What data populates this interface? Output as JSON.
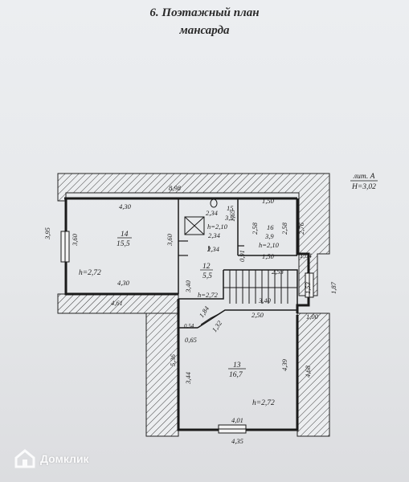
{
  "title_line1": "6. Поэтажный план",
  "title_line2": "мансарда",
  "lit_label": "лит. А",
  "height_label": "H=3,02",
  "watermark": "Домклик",
  "dims": {
    "top_total": "8,98",
    "r14_top": "4,30",
    "r14_bottom": "4,30",
    "r14_left_outer": "3,95",
    "r14_left_inner": "3,60",
    "r14_right": "3,60",
    "r15_w_top": "2,34",
    "r15_w_bottom": "2,34",
    "r15_h": "1,65",
    "r16_top": "1,50",
    "r16_bottom": "1,50",
    "r16_left": "2,58",
    "r16_right": "2,58",
    "right_outer_upper": "2,76",
    "step_104": "1,04",
    "stair_253": "2,53",
    "stair_153": "1,53",
    "right_outer_mid": "1,87",
    "stair_340": "3,40",
    "hall_340": "3,40",
    "v_091": "0,91",
    "r13_250": "2,50",
    "r13_100": "1,00",
    "diag_184": "1,84",
    "diag_132": "1,32",
    "v_054": "0,54",
    "v_065": "0,65",
    "left_461": "4,61",
    "left_536": "5,36",
    "r13_left": "3,44",
    "r13_right": "4,39",
    "right_468": "4,68",
    "r13_bottom_inner": "4,01",
    "r13_bottom_outer": "4,35"
  },
  "rooms": {
    "r14": {
      "num": "14",
      "area": "15,5",
      "h": "h=2,72"
    },
    "r15": {
      "num": "15",
      "area": "3,9",
      "h": "h=2,10"
    },
    "r16": {
      "num": "16",
      "area": "3,9",
      "h": "h=2,10"
    },
    "r12": {
      "num": "12",
      "area": "5,5",
      "h": "h=2,72"
    },
    "r13": {
      "num": "13",
      "area": "16,7",
      "h": "h=2,72"
    }
  }
}
